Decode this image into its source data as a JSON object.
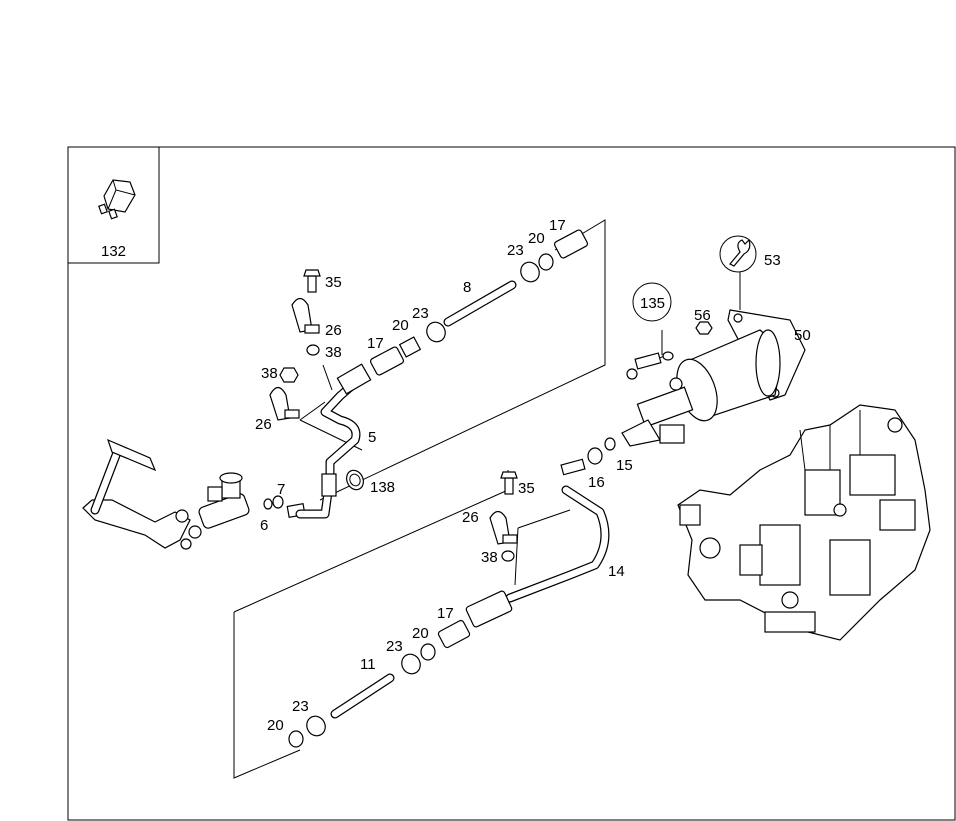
{
  "diagram": {
    "inset_label": "132",
    "callout_135": "135",
    "labels": {
      "p35a": "35",
      "p26a": "26",
      "p38a": "38",
      "p38b": "38",
      "p26b": "26",
      "p5": "5",
      "p17a": "17",
      "p20a": "20",
      "p23a": "23",
      "p8": "8",
      "p23b": "23",
      "p20b": "20",
      "p17b": "17",
      "p138": "138",
      "p7": "7",
      "p6": "6",
      "p53": "53",
      "p56": "56",
      "p50": "50",
      "p15": "15",
      "p16": "16",
      "p35b": "35",
      "p26c": "26",
      "p38c": "38",
      "p14": "14",
      "p17c": "17",
      "p20c": "20",
      "p23c": "23",
      "p11": "11",
      "p23d": "23",
      "p20d": "20"
    }
  }
}
